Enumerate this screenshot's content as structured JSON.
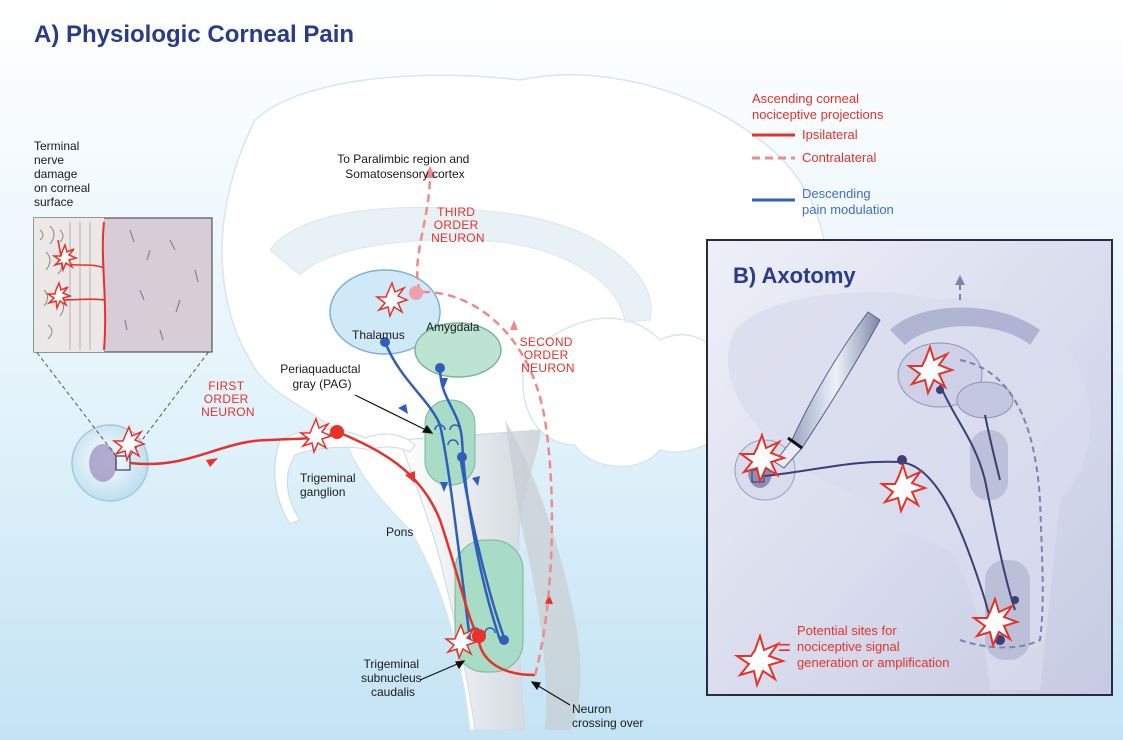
{
  "panel_a": {
    "title": "A) Physiologic Corneal Pain"
  },
  "panel_b": {
    "title": "B) Axotomy",
    "symbol_equals": "=",
    "symbol_legend": [
      "Potential sites for",
      "nociceptive signal",
      "generation or amplification"
    ]
  },
  "legend": {
    "ascending_heading": [
      "Ascending corneal",
      "nociceptive projections"
    ],
    "ipsilateral": "Ipsilateral",
    "contralateral": "Contralateral",
    "descending": [
      "Descending",
      "pain modulation"
    ]
  },
  "labels": {
    "terminal_damage": [
      "Terminal",
      "nerve",
      "damage",
      "on corneal",
      "surface"
    ],
    "to_cortex": [
      "To Paralimbic region and",
      "Somatosensory cortex"
    ],
    "third_order": [
      "THIRD",
      "ORDER",
      "NEURON"
    ],
    "second_order": [
      "SECOND",
      "ORDER",
      "NEURON"
    ],
    "first_order": [
      "FIRST",
      "ORDER",
      "NEURON"
    ],
    "thalamus": "Thalamus",
    "amygdala": "Amygdala",
    "pag": [
      "Periaquaductal",
      "gray (PAG)"
    ],
    "trigeminal_ganglion": [
      "Trigeminal",
      "ganglion"
    ],
    "pons": "Pons",
    "subnucleus": [
      "Trigeminal",
      "subnucleus",
      "caudalis"
    ],
    "crossing": [
      "Neuron",
      "crossing over"
    ]
  },
  "colors": {
    "ipsilateral": "#e8312a",
    "contralateral": "#f08a8a",
    "descending": "#2f5fb8",
    "title": "#2a3a8c"
  }
}
